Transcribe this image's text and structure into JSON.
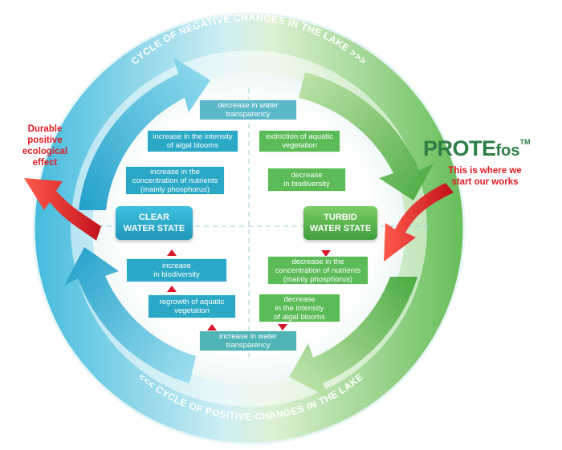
{
  "top_arc_label": "CYCLE OF NEGATIVE CHANGES IN THE LAKE >>>",
  "bottom_arc_label": "<<< CYCLE OF POSITIVE CHANGES IN THE LAKE",
  "left_state": [
    "CLEAR",
    "WATER STATE"
  ],
  "right_state": [
    "TURBID",
    "WATER STATE"
  ],
  "negative_cycle": {
    "top": [
      "decrease in water",
      "transparency"
    ],
    "left": [
      [
        "increase in the intensity",
        "of algal blooms"
      ],
      [
        "increase in the",
        "concentration of nutrients",
        "(mainly phosphorus)"
      ]
    ],
    "right": [
      [
        "extinction of aquatic",
        "vegetation"
      ],
      [
        "decrease",
        "in biodiversity"
      ]
    ]
  },
  "positive_cycle": {
    "left": [
      [
        "increase",
        "in biodiversity"
      ],
      [
        "regrowth of aquatic",
        "vegetation"
      ]
    ],
    "right": [
      [
        "decrease in the",
        "concentration of nutrients",
        "(mainly phosphorus)"
      ],
      [
        "decrease",
        "in the intensity",
        "of algal blooms"
      ]
    ],
    "bottom": [
      "increase in water",
      "transparency"
    ]
  },
  "left_callout": [
    "Durable",
    "positive",
    "ecological",
    "effect"
  ],
  "logo": {
    "main": "PROTE",
    "suffix": "fos",
    "tm": "TM"
  },
  "right_callout": [
    "This is where we",
    "start our works"
  ],
  "colors": {
    "blue": "#2aa8c6",
    "green": "#5bbb57",
    "red": "#e31b23",
    "logo": "#2d7f45"
  }
}
